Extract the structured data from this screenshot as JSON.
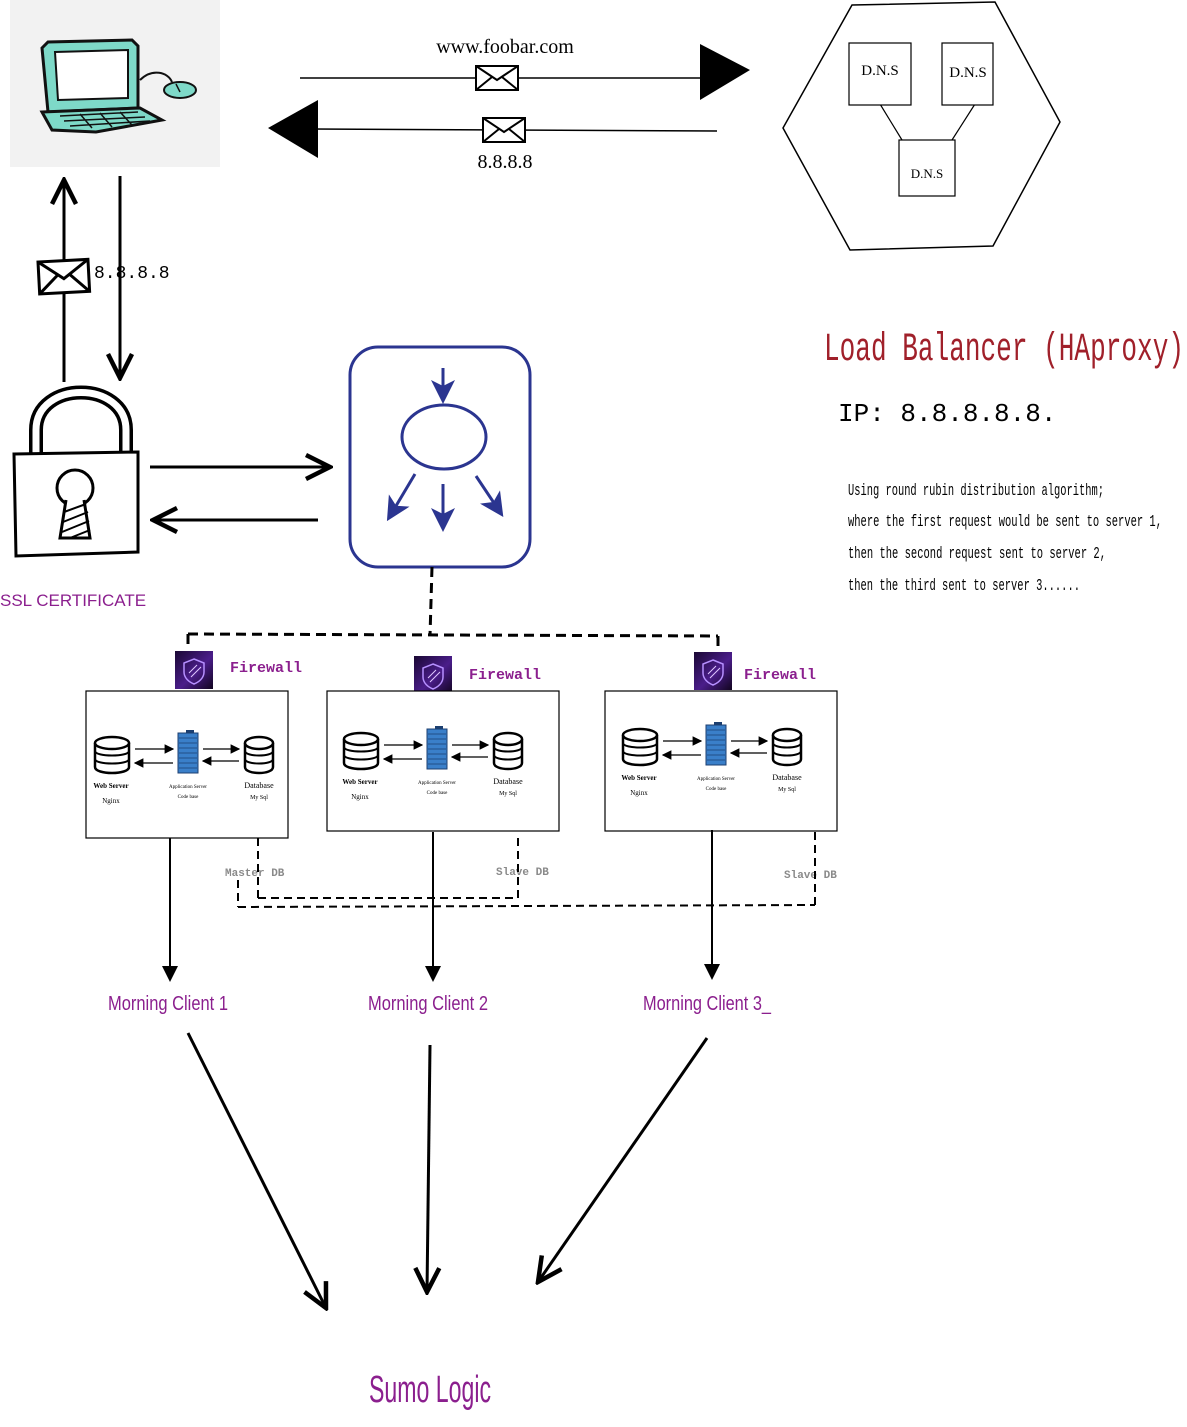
{
  "dns_query": {
    "request_label": "www.foobar.com",
    "response_label": "8.8.8.8"
  },
  "client_response_label": "8.8.8.8",
  "dns_cluster": {
    "nodes": [
      "D.N.S",
      "D.N.S",
      "D.N.S"
    ]
  },
  "ssl": {
    "label": "SSL CERTIFICATE"
  },
  "load_balancer": {
    "title": "Load Balancer (HAproxy)",
    "ip": "IP: 8.8.8.8.8.",
    "description": [
      "Using round rubin distribution algorithm;",
      "where the first request would be sent to server 1,",
      "then the second request sent to server 2,",
      "then the third sent to server 3......"
    ]
  },
  "servers": [
    {
      "firewall": "Firewall",
      "web": "Web Server",
      "web_sub": "Nginx",
      "app": "Application Server",
      "app_sub": "Code base",
      "db": "Database",
      "db_sub": "My Sql",
      "db_role": "Master DB",
      "client": "Morning Client 1"
    },
    {
      "firewall": "Firewall",
      "web": "Web Server",
      "web_sub": "Nginx",
      "app": "Application Server",
      "app_sub": "Code base",
      "db": "Database",
      "db_sub": "My Sql",
      "db_role": "Slave DB",
      "client": "Morning Client 2"
    },
    {
      "firewall": "Firewall",
      "web": "Web Server",
      "web_sub": "Nginx",
      "app": "Application Server",
      "app_sub": "Code base",
      "db": "Database",
      "db_sub": "My Sql",
      "db_role": "Slave DB",
      "client": "Morning Client 3_"
    }
  ],
  "monitoring": {
    "label": "Sumo Logic"
  },
  "colors": {
    "accent_purple": "#8b1f8e",
    "load_balancer_red": "#a0202a",
    "lb_blue": "#2b3590",
    "laptop_teal": "#7ed9c8",
    "app_blue": "#3a7fc9",
    "firewall_dark": "#2a0f4f",
    "db_label_gray": "#8a8a8a"
  },
  "icons": [
    "laptop-icon",
    "envelope-icon",
    "padlock-icon",
    "load-balancer-icon",
    "firewall-icon",
    "web-server-icon",
    "app-server-icon",
    "database-icon"
  ]
}
